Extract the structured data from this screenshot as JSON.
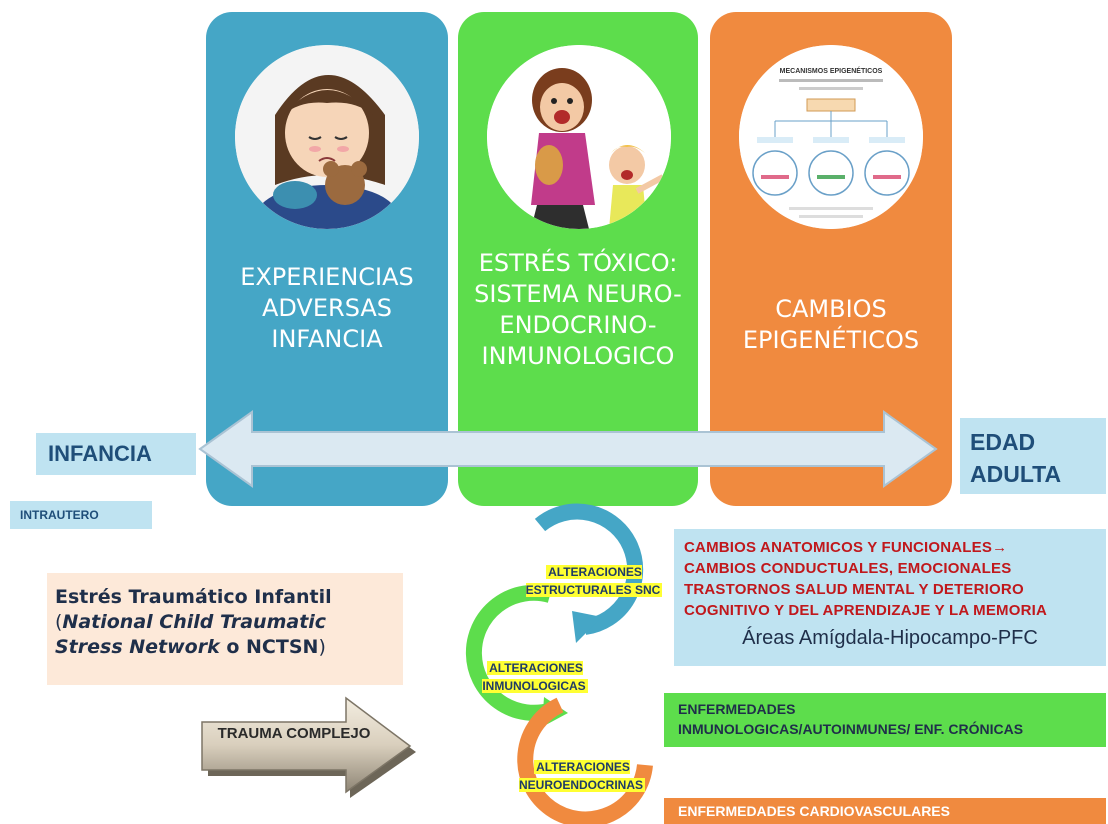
{
  "panels": [
    {
      "label": "EXPERIENCIAS\nADVERSAS\nINFANCIA",
      "color": "#45a6c6",
      "image_icon": "sad-child-with-teddy-bear"
    },
    {
      "label": "ESTRÉS TÓXICO:\nSISTEMA NEURO-\nENDOCRINO-\nINMUNOLOGICO",
      "color": "#5ddd4c",
      "image_icon": "yelling-parent-and-crying-child"
    },
    {
      "label": "CAMBIOS\nEPIGENÉTICOS",
      "color": "#f08a3f",
      "image_icon": "epigenetic-mechanisms-diagram",
      "image_title": "MECANISMOS EPIGENÉTICOS"
    }
  ],
  "timeline": {
    "start_label": "INFANCIA",
    "end_label": "EDAD\nADULTA",
    "intrautero_label": "INTRAUTERO"
  },
  "nctsn": {
    "line1": "Estrés Traumático Infantil",
    "paren_open": "(",
    "italic1": "National Child Traumatic",
    "italic2": "Stress Network",
    "o_text": " o NCTSN",
    "paren_close": ")"
  },
  "trauma_arrow_label": "TRAUMA COMPLEJO",
  "cycle": {
    "alt1": "ALTERACIONES\nESTRUCTURALES SNC",
    "alt2": "ALTERACIONES\nINMUNOLOGICAS",
    "alt3": "ALTERACIONES\nNEUROENDOCRINAS",
    "colors": {
      "blue": "#45a6c6",
      "green": "#5ddd4c",
      "orange": "#f08a3f"
    }
  },
  "outcomes": {
    "snc_text": "CAMBIOS ANATOMICOS Y FUNCIONALES→\nCAMBIOS CONDUCTUALES, EMOCIONALES\nTRASTORNOS SALUD MENTAL Y DETERIORO\nCOGNITIVO Y DEL APRENDIZAJE Y LA MEMORIA",
    "areas": "Áreas Amígdala-Hipocampo-PFC",
    "inmuno": "ENFERMEDADES\nINMUNOLOGICAS/AUTOINMUNES/ ENF. CRÓNICAS",
    "cardio": "ENFERMEDADES CARDIOVASCULARES"
  }
}
